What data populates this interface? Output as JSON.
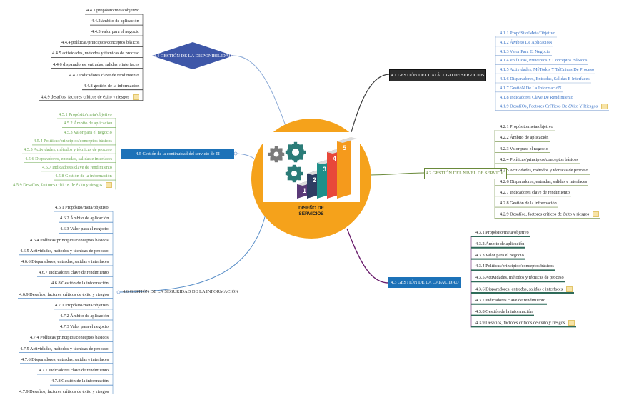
{
  "center": {
    "title_line1": "DISEÑO DE",
    "title_line2": "SERVICIOS",
    "image_steps": [
      "1",
      "2",
      "3",
      "4",
      "5"
    ]
  },
  "colors": {
    "center_circle": "#f5a21b",
    "catalog_branch": "#3c3c3c",
    "catalog_node": "#2e2e2e",
    "catalog_children": "#3b74c7",
    "level_branch": "#6a8a3a",
    "capacity_branch": "#6b1f6e",
    "capacity_node": "#1d72b8",
    "capacity_underline": "#2f6b5a",
    "availability_node": "#3e57a8",
    "continuity_node": "#1d72b8",
    "continuity_children": "#6aa84f",
    "security_branch": "#5a8fc8"
  },
  "branches": {
    "catalog": {
      "label": "4.1 GESTIÓN DEL CATÁLOGO DE SERVICIOS",
      "items": [
        "4.1.1 PropóSito/Meta/Objetivo",
        "4.1.2 ÁMbito De AplicacióN",
        "4.1.3 Valor Para El Negocio",
        "4.1.4 PolíTicas, Principios Y Conceptos BáSicos",
        "4.1.5 Actividades, MéTodos Y TéCnicas De Proceso",
        "4.1.6 Disparadores, Entradas, Salidas E Interfaces",
        "4.1.7 GestióN De La InformacióN",
        "4.1.8 Indicadores Clave De Rendimiento",
        "4.1.9 DesafíOs, Factores CríTicos De éXito Y Riesgos"
      ]
    },
    "level": {
      "label": "4.2 GESTIÓN DEL NIVEL DE SERVICIO",
      "items": [
        "4.2.1 Propósito/meta/objetivo",
        "4.2.2 Ámbito de aplicación",
        "4.2.3 Valor para el negocio",
        "4.2.4 Políticas/principios/conceptos básicos",
        "4.2.5 Actividades, métodos y técnicas de proceso",
        "4.2.6 Disparadores, entradas, salidas e interfaces",
        "4.2.7 Indicadores clave de rendimiento",
        "4.2.8 Gestión de la información",
        "4.2.9 Desafíos, factores críticos de éxito y riesgos"
      ]
    },
    "capacity": {
      "label": "4.3 GESTIÓN DE LA CAPACIDAD",
      "items": [
        "4.3.1 Propósito/meta/objetivo",
        "4.3.2 Ámbito de aplicación",
        "4.3.3 Valor para el negocio",
        "4.3.4 Políticas/principios/conceptos básicos",
        "4.3.5 Actividades, métodos y técnicas de proceso",
        "4.3.6 Disparadores, entradas, salidas e interfaces",
        "4.3.7 Indicadores clave de rendimiento",
        "4.3.8 Gestión de la información",
        "4.3.9 Desafíos, factores críticos de éxito y riesgos"
      ]
    },
    "availability": {
      "label": "4.4 GESTIÓN DE LA DISPONIBILIDAD",
      "items": [
        "4.4.1 propósito/meta/objetivo",
        "4.4.2 ámbito de aplicación",
        "4.4.3 valor para el negocio",
        "4.4.4 políticas/principios/conceptos básicos",
        "4.4.5 actividades, métodos y técnicas de proceso",
        "4.4.6 disparadores, entradas, salidas e interfaces",
        "4.4.7 indicadores clave de rendimiento",
        "4.4.8 gestión de la información",
        "4.4.9 desafíos, factores críticos de éxito y riesgos"
      ]
    },
    "continuity": {
      "label": "4.5 Gestión de la continuidad del servicio de TI",
      "items": [
        "4.5.1 Propósito/meta/objetivo",
        "4.5.2 Ámbito de aplicación",
        "4.5.3 Valor para el negocio",
        "4.5.4 Políticas/principios/conceptos básicos",
        "4.5.5 Actividades, métodos y técnicas de proceso",
        "4.5.6 Disparadores, entradas, salidas e interfaces",
        "4.5.7 Indicadores clave de rendimiento",
        "4.5.8 Gestión de la información",
        "4.5.9 Desafíos, factores críticos de éxito y riesgos"
      ]
    },
    "security": {
      "label": "4.6 GESTIÓN DE LA SEGURIDAD DE LA INFORMACIÓN",
      "items": [
        "4.6.1 Propósito/meta/objetivo",
        "4.6.2 Ámbito de aplicación",
        "4.6.3 Valor para el negocio",
        "4.6.4 Políticas/principios/conceptos básicos",
        "4.6.5 Actividades, métodos y técnicas de proceso",
        "4.6.6 Disparadores, entradas, salidas e interfaces",
        "4.6.7 Indicadores clave de rendimiento",
        "4.6.8 Gestión de la información",
        "4.6.9 Desafíos, factores críticos de éxito y riesgos",
        "4.7.1 Propósito/meta/objetivo",
        "4.7.2 Ámbito de aplicación",
        "4.7.3 Valor para el negocio",
        "4.7.4 Políticas/principios/conceptos básicos",
        "4.7.5 Actividades, métodos y técnicas de proceso",
        "4.7.6 Disparadores, entradas, salidas e interfaces",
        "4.7.7 Indicadores clave de rendimiento",
        "4.7.8 Gestión de la información",
        "4.7.9 Desafíos, factores críticos de éxito y riesgos"
      ]
    }
  }
}
